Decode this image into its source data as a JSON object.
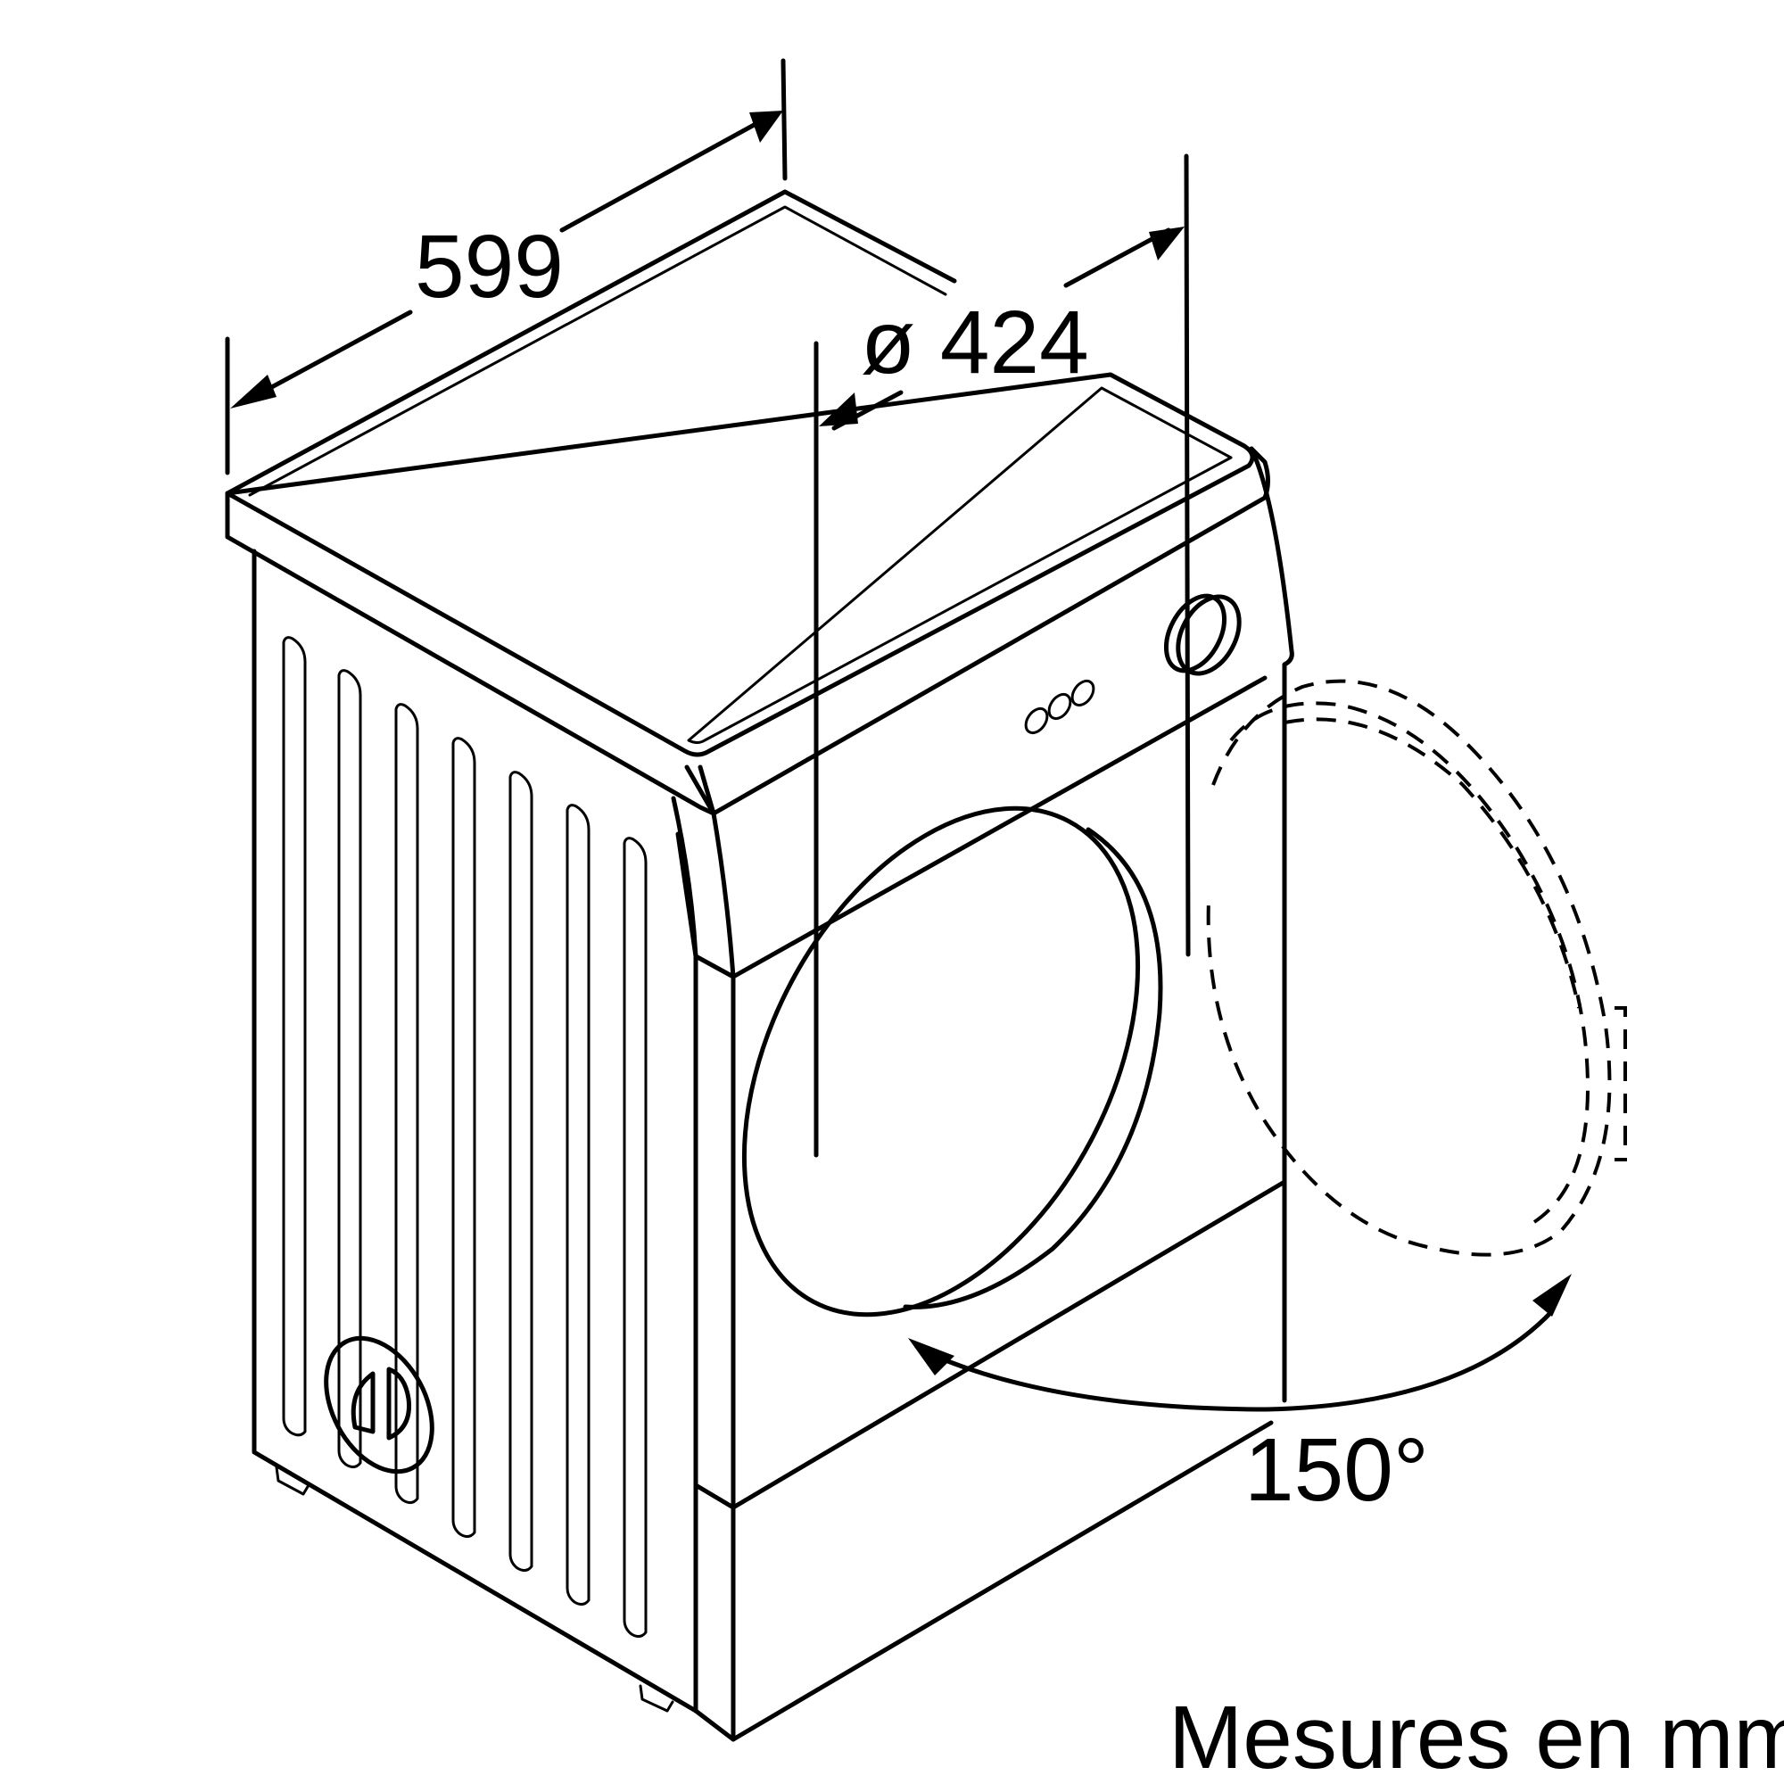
{
  "dimensions": {
    "width_label": "599",
    "drum_diameter_label": "ø 424",
    "door_angle_label": "150°"
  },
  "units_note": "Mesures en mm"
}
